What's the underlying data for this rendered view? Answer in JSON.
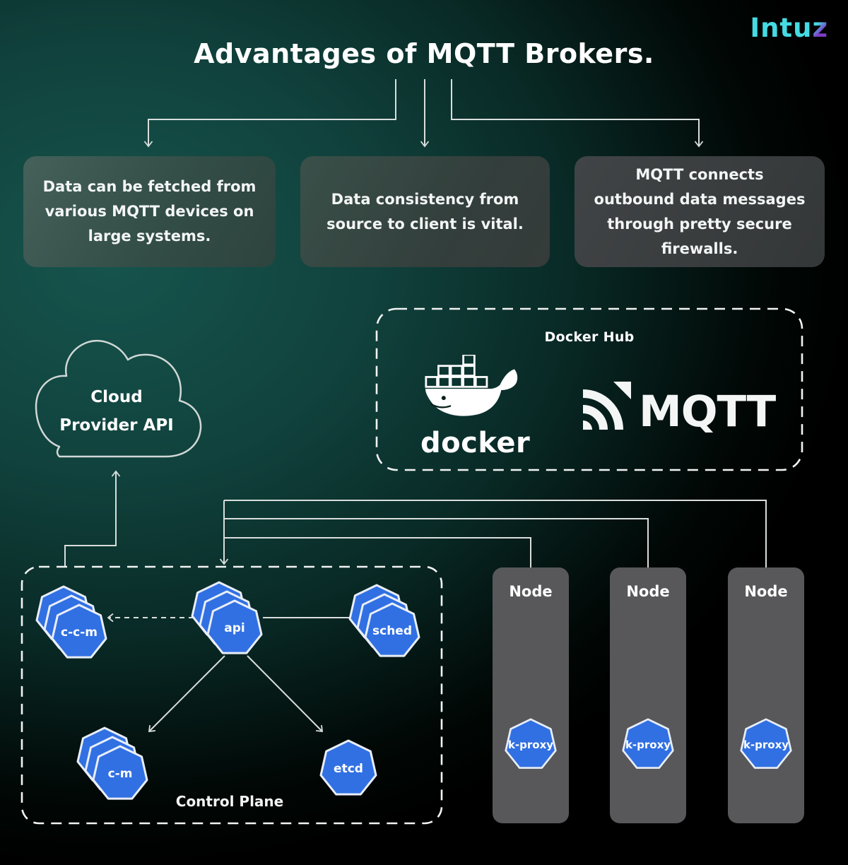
{
  "brand": {
    "part1": "Intu",
    "part2": "z",
    "cyan": "#45dbe3",
    "purple": "#7d3dc8"
  },
  "header": {
    "title": "Advantages of MQTT Brokers."
  },
  "advantage_cards": [
    {
      "text": "Data can be fetched from various MQTT devices on large systems."
    },
    {
      "text": "Data consistency from source to client is vital."
    },
    {
      "text": "MQTT connects outbound data messages through pretty secure firewalls."
    }
  ],
  "docker_hub": {
    "title": "Docker Hub",
    "docker_wordmark": "docker",
    "mqtt_wordmark": "MQTT"
  },
  "cloud": {
    "line1": "Cloud",
    "line2": "Provider API"
  },
  "kubernetes": {
    "control_plane": {
      "label": "Control Plane",
      "c_c_m": "c-c-m",
      "api": "api",
      "sched": "sched",
      "c_m": "c-m",
      "etcd": "etcd"
    },
    "nodes": [
      {
        "label": "Node",
        "k_proxy": "k-proxy"
      },
      {
        "label": "Node",
        "k_proxy": "k-proxy"
      },
      {
        "label": "Node",
        "k_proxy": "k-proxy"
      }
    ]
  },
  "colors": {
    "kubernetes_blue": "#3170e2",
    "node_gray": "#58585a",
    "background_teal": "#16544d",
    "line_gray": "#d9dedd"
  }
}
